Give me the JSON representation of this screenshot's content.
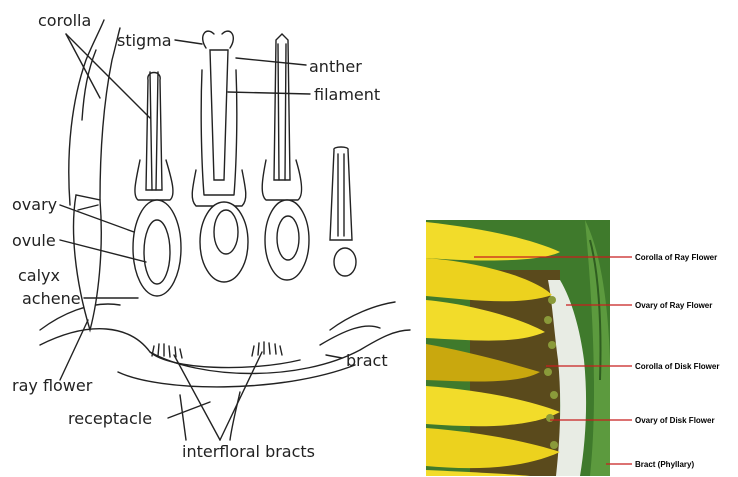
{
  "drawing": {
    "labels": {
      "corolla": "corolla",
      "stigma": "stigma",
      "anther": "anther",
      "filament": "filament",
      "ovary": "ovary",
      "ovule": "ovule",
      "calyx": "calyx",
      "achene": "achene",
      "ray_flower": "ray flower",
      "receptacle": "receptacle",
      "bract": "bract",
      "interfloral_bracts": "interfloral bracts"
    }
  },
  "photo": {
    "labels": {
      "corolla_ray": "Corolla of Ray Flower",
      "ovary_ray": "Ovary of Ray Flower",
      "corolla_disk": "Corolla of Disk Flower",
      "ovary_disk": "Ovary of Disk Flower",
      "bract": "Bract (Phyllary)"
    },
    "colors": {
      "petal": "#f2dc2a",
      "petal_shadow": "#c9a80e",
      "disk": "#5a4a1c",
      "green": "#3f7a2c",
      "pointer": "#c81e1e"
    }
  }
}
